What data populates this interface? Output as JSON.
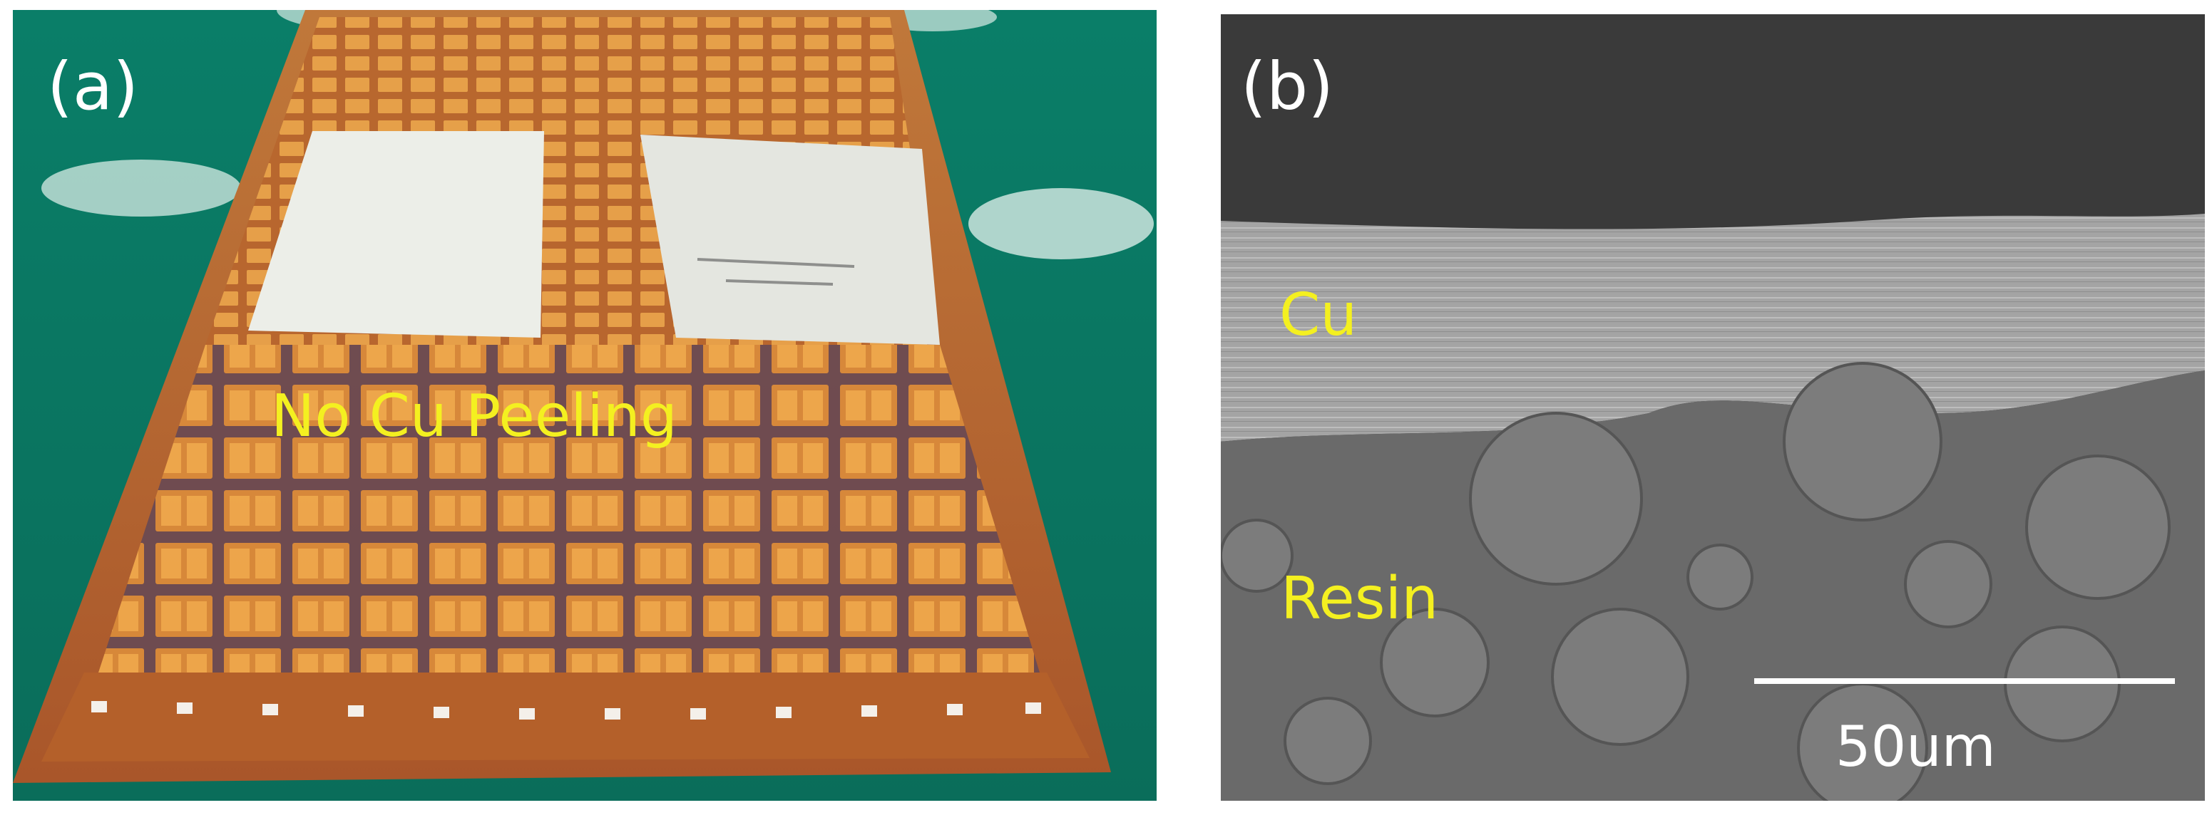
{
  "panel_a": {
    "letter": "(a)",
    "annotation": "No Cu Peeling",
    "colors": {
      "background": "#0d8a72",
      "copper": "#b9652c",
      "pad": "#e69a3a",
      "tape": "#eaeae4",
      "text": "#f4f020"
    }
  },
  "panel_b": {
    "letter": "(b)",
    "labels": {
      "cu": "Cu",
      "resin": "Resin"
    },
    "scale_bar": "50um",
    "colors": {
      "background": "#3b3b3b",
      "cu_layer": "#a9a9a9",
      "resin": "#6c6c6c",
      "text": "#f4f020"
    }
  }
}
